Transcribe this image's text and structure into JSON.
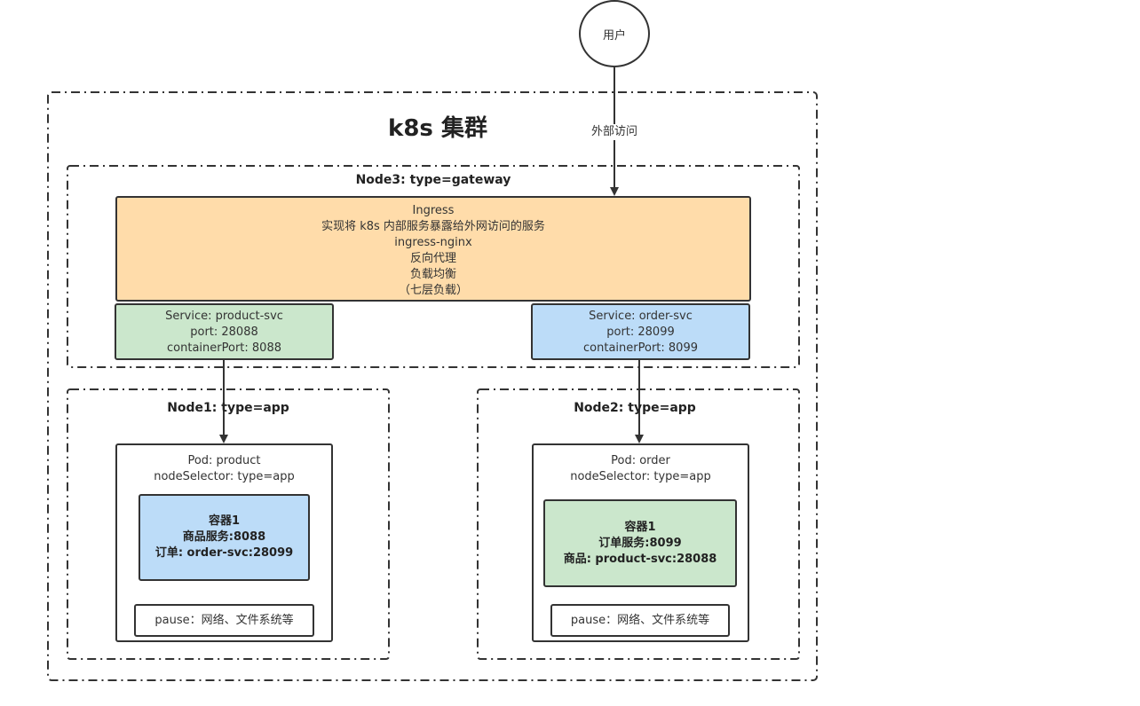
{
  "colors": {
    "ingress_fill": "#ffdcaa",
    "green_fill": "#cbe7cc",
    "blue_fill": "#bcdcf8",
    "stroke": "#333333"
  },
  "user_label": "用户",
  "external_access_label": "外部访问",
  "cluster_title": "k8s 集群",
  "node3": {
    "title": "Node3: type=gateway",
    "ingress_lines": [
      "Ingress",
      "实现将 k8s 内部服务暴露给外网访问的服务",
      "ingress-nginx",
      "反向代理",
      "负载均衡",
      "（七层负载）"
    ]
  },
  "service_product": {
    "lines": [
      "Service: product-svc",
      "port: 28088",
      "containerPort: 8088"
    ]
  },
  "service_order": {
    "lines": [
      "Service: order-svc",
      "port: 28099",
      "containerPort: 8099"
    ]
  },
  "node1": {
    "title": "Node1: type=app",
    "pod_lines": [
      "Pod: product",
      "nodeSelector: type=app"
    ],
    "container_lines": [
      "容器1",
      "商品服务:8088",
      "订单: order-svc:28099"
    ],
    "pause": "pause：网络、文件系统等"
  },
  "node2": {
    "title": "Node2: type=app",
    "pod_lines": [
      "Pod: order",
      "nodeSelector: type=app"
    ],
    "container_lines": [
      "容器1",
      "订单服务:8099",
      "商品: product-svc:28088"
    ],
    "pause": "pause：网络、文件系统等"
  }
}
